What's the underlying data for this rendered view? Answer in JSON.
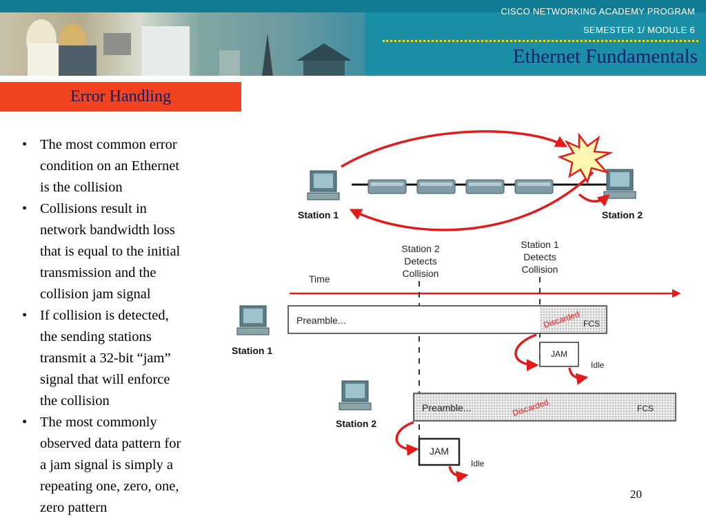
{
  "header": {
    "program": "CISCO NETWORKING ACADEMY PROGRAM",
    "semester": "SEMESTER 1/ MODULE 6",
    "title": "Ethernet Fundamentals"
  },
  "section": {
    "title": "Error Handling"
  },
  "bullets": [
    [
      "The most common error",
      "condition on an Ethernet",
      "is the collision"
    ],
    [
      "Collisions result in",
      "network bandwidth loss",
      "that is equal to the initial",
      "transmission and the",
      "collision jam signal"
    ],
    [
      "If collision is detected,",
      "the sending stations",
      "transmit a 32-bit “jam”",
      "signal that will enforce",
      "the collision"
    ],
    [
      "The most commonly",
      "observed data pattern for",
      "a jam signal is simply a",
      "repeating one, zero, one,",
      "zero pattern"
    ]
  ],
  "diagram": {
    "station1": "Station 1",
    "station2": "Station 2",
    "time": "Time",
    "station2_detects": [
      "Station 2",
      "Detects",
      "Collision"
    ],
    "station1_detects": [
      "Station 1",
      "Detects",
      "Collision"
    ],
    "frame1": {
      "preamble": "Preamble...",
      "fcs": "FCS",
      "discarded": "Discarded",
      "jam": "JAM",
      "idle": "Idle"
    },
    "frame2": {
      "preamble": "Preamble...",
      "fcs": "FCS",
      "discarded": "Discarded",
      "jam": "JAM",
      "idle": "Idle"
    }
  },
  "page_number": "20",
  "colors": {
    "banner": "#1b8fa6",
    "section_bar": "#f1431f",
    "title": "#0c1f6e",
    "arrow_red": "#e31b1b",
    "frame_fill": "#d9d9d9"
  }
}
